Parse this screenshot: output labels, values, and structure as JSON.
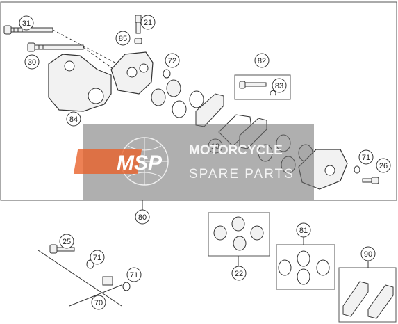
{
  "diagram": {
    "title": "",
    "callouts": [
      {
        "id": "31"
      },
      {
        "id": "30"
      },
      {
        "id": "21"
      },
      {
        "id": "85"
      },
      {
        "id": "72"
      },
      {
        "id": "82"
      },
      {
        "id": "83"
      },
      {
        "id": "84"
      },
      {
        "id": "18"
      },
      {
        "id": "71a",
        "label": "71"
      },
      {
        "id": "26"
      },
      {
        "id": "80"
      },
      {
        "id": "22"
      },
      {
        "id": "81"
      },
      {
        "id": "90"
      },
      {
        "id": "25"
      },
      {
        "id": "71b",
        "label": "71"
      },
      {
        "id": "71c",
        "label": "71"
      },
      {
        "id": "70"
      }
    ],
    "labels": {
      "c31": "31",
      "c30": "30",
      "c21": "21",
      "c85": "85",
      "c72": "72",
      "c82": "82",
      "c83": "83",
      "c84": "84",
      "c18": "18",
      "c71a": "71",
      "c26": "26",
      "c80": "80",
      "c22": "22",
      "c81": "81",
      "c90": "90",
      "c25": "25",
      "c71b": "71",
      "c71c": "71",
      "c70": "70"
    }
  },
  "watermark": {
    "logo": "MSP",
    "line1": "MOTORCYCLE",
    "line2": "SPARE PARTS",
    "colors": {
      "logo": "#e8622a",
      "box": "#6e6e6e",
      "text": "#ffffff"
    }
  },
  "colors": {
    "line": "#333333",
    "fill": "#f2f2f2",
    "frame": "#555555"
  }
}
